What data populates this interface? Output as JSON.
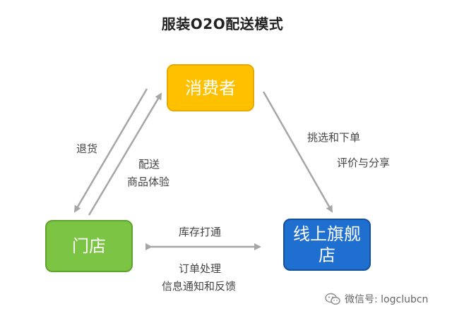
{
  "title": "服装O2O配送模式",
  "nodes": {
    "consumer": "消费者",
    "store": "门店",
    "online_store": "线上旗舰店"
  },
  "edges": {
    "return_label": "退货",
    "delivery_label": "配送",
    "experience_label": "商品体验",
    "select_order_label": "挑选和下单",
    "review_share_label": "评价与分享",
    "inventory_label": "库存打通",
    "order_processing_label": "订单处理",
    "info_feedback_label": "信息通知和反馈"
  },
  "watermark": {
    "text": "微信号: logclubcn",
    "icon": "wechat-icon"
  },
  "colors": {
    "consumer": "#ffc000",
    "store": "#7cc444",
    "online_store": "#1f6fd0",
    "arrow": "#a6a6a6"
  }
}
